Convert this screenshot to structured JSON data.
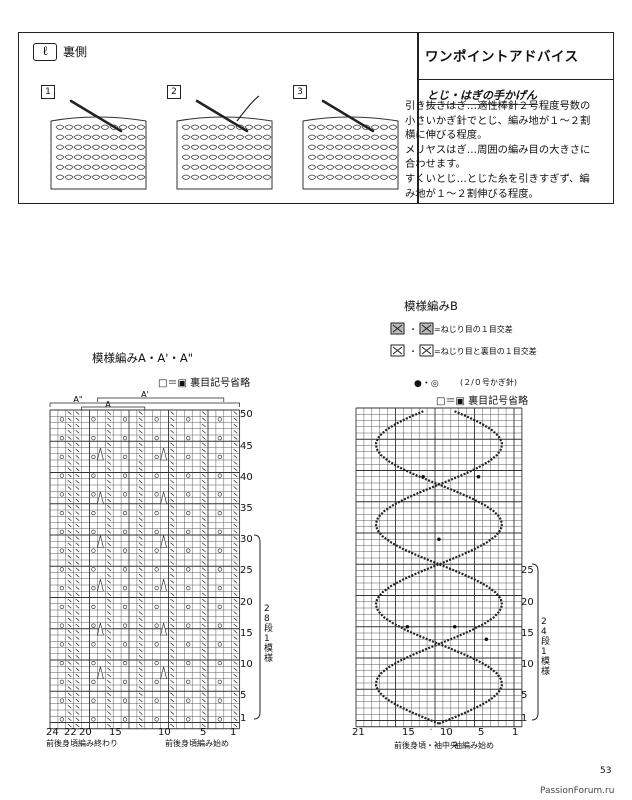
{
  "top_box": {
    "section_icon": "ℓ",
    "section_title": "裏側",
    "steps": [
      "1",
      "2",
      "3"
    ],
    "advice_title": "ワンポイントアドバイス",
    "advice_subtitle": "とじ・はぎの手かげん",
    "advice_lines": [
      "引き抜きはぎ…適性棒針２号程度号数の",
      "小さいかぎ針でとじ、編み地が１～２割",
      "横に伸びる程度。",
      "メリヤスはぎ…周囲の編み目の大きさに",
      "合わせます。",
      "すくいとじ…とじた糸を引きすぎず、編",
      "み地が１～２割伸びる程度。"
    ]
  },
  "chart_a": {
    "title": "模様編みA・A'・A\"",
    "legend": "□＝▣ 裏目記号省略",
    "brackets": [
      "A\"",
      "A'",
      "A"
    ],
    "row_labels": [
      "50",
      "45",
      "40",
      "35",
      "30",
      "25",
      "20",
      "15",
      "10",
      "5",
      "1"
    ],
    "col_labels": [
      "24",
      "22",
      "20",
      "15",
      "10",
      "5",
      "1"
    ],
    "repeat_label": "28段1模様",
    "bottom_left": "前後身頃編み終わり",
    "bottom_right": "前後身頃編み始め"
  },
  "chart_b": {
    "title": "模様編みB",
    "legend1": "=ねじり目の１目交差",
    "legend2": "=ねじり目と裏目の１目交差",
    "legend3": "(２/０号かぎ針)",
    "legend4": "□＝▣ 裏目記号省略",
    "row_labels": [
      "25",
      "20",
      "15",
      "10",
      "5",
      "1"
    ],
    "col_labels": [
      "21",
      "15",
      "10",
      "5",
      "1"
    ],
    "repeat_label": "24段1模様",
    "bottom_left": "前後身頃・袖中央",
    "bottom_right": "袖編み始め"
  },
  "footer": {
    "page_number": "53",
    "site": "PassionForum.ru"
  }
}
